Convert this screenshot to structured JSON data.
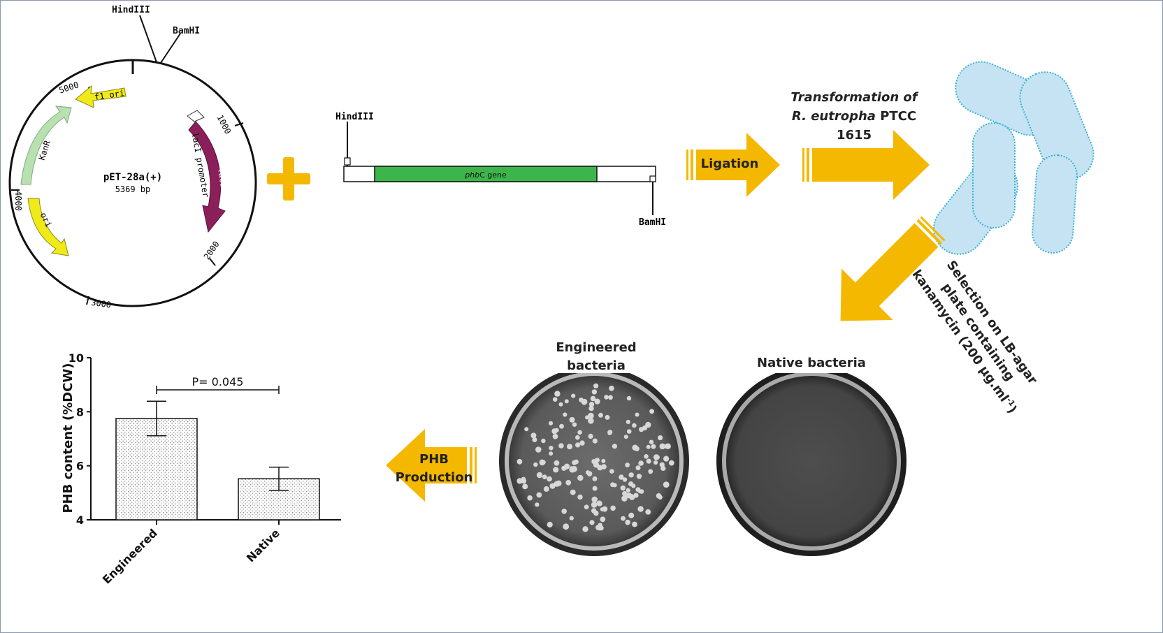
{
  "plasmid": {
    "name": "pET-28a(+)",
    "size": "5369 bp",
    "sites": [
      "HindIII",
      "BamHI"
    ],
    "features": [
      "f1 ori",
      "KanR",
      "ori",
      "lacI",
      "lacI promoter"
    ],
    "ticks": [
      "5000",
      "1000",
      "4000",
      "2000",
      "3000"
    ]
  },
  "insert": {
    "left_site": "HindIII",
    "right_site": "BamHI",
    "gene_italic": "phb",
    "gene_rest": "C gene",
    "gene_color": "#3cb54a"
  },
  "steps": {
    "ligation": "Ligation",
    "transformation_line1_italic": "Transformation of",
    "transformation_line2_italic": "R. eutropha",
    "transformation_line2_rest": " PTCC",
    "transformation_line3": "1615",
    "selection_line1": "Selection on LB-agar",
    "selection_line2": "plate containing",
    "selection_line3": "kanamycin (200 µg.ml",
    "selection_sup": "-1",
    "selection_close": ")",
    "production_line1": "PHB",
    "production_line2": "Production"
  },
  "plates": {
    "engineered_line1": "Engineered",
    "engineered_line2": "bacteria",
    "native": "Native bacteria"
  },
  "colors": {
    "arrow": "#f5b800",
    "arrow_dark": "#e09a00",
    "bacteria_fill": "#c5e3f2",
    "bacteria_stroke": "#3ab0d8",
    "plus": "#f5b800"
  },
  "chart_data": {
    "type": "bar",
    "categories": [
      "Engineered",
      "Native"
    ],
    "values": [
      7.75,
      5.52
    ],
    "errors": [
      0.64,
      0.43
    ],
    "ylim": [
      4,
      10
    ],
    "yticks": [
      4,
      6,
      8,
      10
    ],
    "ylabel": "PHB content (%DCW)",
    "xlabel": "",
    "title": "",
    "annotation": "P= 0.045"
  }
}
